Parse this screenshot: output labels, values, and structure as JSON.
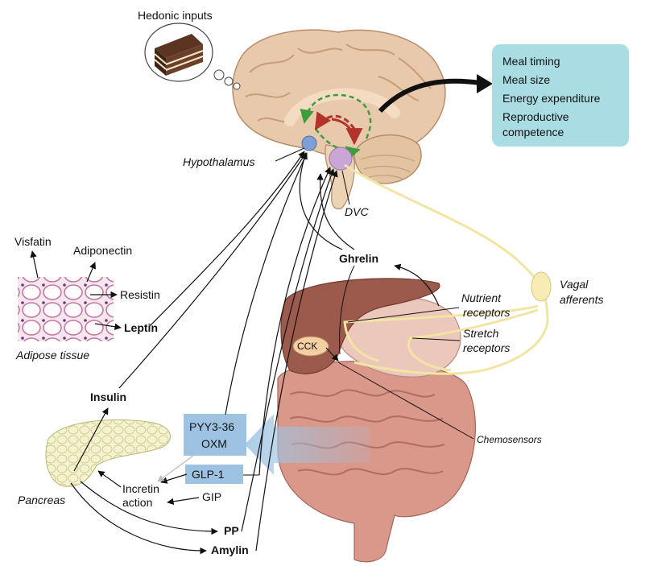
{
  "labels": {
    "hedonic_inputs": "Hedonic inputs",
    "hypothalamus": "Hypothalamus",
    "dvc": "DVC",
    "visfatin": "Visfatin",
    "adiponectin": "Adiponectin",
    "resistin": "Resistin",
    "leptin": "Leptin",
    "adipose_tissue": "Adipose tissue",
    "ghrelin": "Ghrelin",
    "vagal_afferents_1": "Vagal",
    "vagal_afferents_2": "afferents",
    "nutrient_receptors_1": "Nutrient",
    "nutrient_receptors_2": "receptors",
    "stretch_receptors_1": "Stretch",
    "stretch_receptors_2": "receptors",
    "cck": "CCK",
    "chemosensors": "Chemosensors",
    "insulin": "Insulin",
    "pancreas": "Pancreas",
    "pyy": "PYY3-36",
    "oxm": "OXM",
    "glp1": "GLP-1",
    "incretin_1": "Incretin",
    "incretin_2": "action",
    "gip": "GIP",
    "pp": "PP",
    "amylin": "Amylin"
  },
  "outcomes": [
    "Meal timing",
    "Meal size",
    "Energy expenditure",
    "Reproductive",
    "competence"
  ],
  "colors": {
    "outcome_box": "#a9dde3",
    "hormone_box": "#9ec3e2",
    "vagal_nerve": "#f2e4a2",
    "brain": "#e9c9ab",
    "liver": "#9b5a4c",
    "stomach": "#ecc7bb",
    "intestine": "#d48d7f",
    "pancreas": "#f0f0c6",
    "adipose": "#f4dbe5",
    "hypothalamus": "#7ea0d2",
    "dvc": "#c9a6d6",
    "green_loop": "#3a9e3a",
    "red_loop": "#b3322a"
  }
}
